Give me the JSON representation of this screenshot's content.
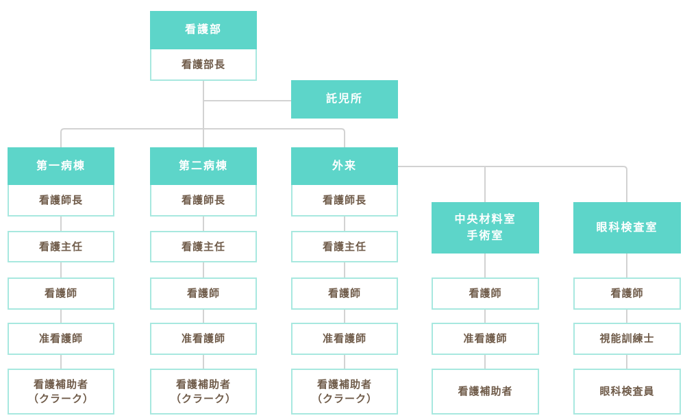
{
  "palette": {
    "teal_header_bg": "#5dd5c9",
    "header_text": "#ffffff",
    "box_border": "#a7e8df",
    "box_text_brown": "#6f5b49",
    "connector_gray": "#d2d2d2",
    "background": "#ffffff"
  },
  "org_chart": {
    "root": {
      "title": "看護部",
      "subtitle": "看護部長"
    },
    "side_box": {
      "title": "託児所"
    },
    "columns": [
      {
        "header": "第一病棟",
        "sub_header": "看護師長",
        "items": [
          "看護主任",
          "看護師",
          "准看護師",
          "看護補助者\n（クラーク）"
        ]
      },
      {
        "header": "第二病棟",
        "sub_header": "看護師長",
        "items": [
          "看護主任",
          "看護師",
          "准看護師",
          "看護補助者\n（クラーク）"
        ]
      },
      {
        "header": "外来",
        "sub_header": "看護師長",
        "items": [
          "看護主任",
          "看護師",
          "准看護師",
          "看護補助者\n（クラーク）"
        ]
      },
      {
        "header": "中央材料室\n手術室",
        "items": [
          "看護師",
          "准看護師",
          "看護補助者"
        ]
      },
      {
        "header": "眼科検査室",
        "items": [
          "看護師",
          "視能訓練士",
          "眼科検査員"
        ]
      }
    ]
  }
}
